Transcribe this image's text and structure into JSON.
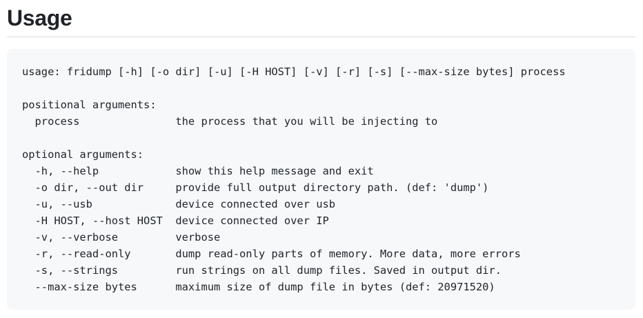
{
  "header": {
    "title": "Usage"
  },
  "code_block": {
    "language": "plaintext",
    "lines": [
      "usage: fridump [-h] [-o dir] [-u] [-H HOST] [-v] [-r] [-s] [--max-size bytes] process",
      "",
      "positional arguments:",
      "  process               the process that you will be injecting to",
      "",
      "optional arguments:",
      "  -h, --help            show this help message and exit",
      "  -o dir, --out dir     provide full output directory path. (def: 'dump')",
      "  -u, --usb             device connected over usb",
      "  -H HOST, --host HOST  device connected over IP",
      "  -v, --verbose         verbose",
      "  -r, --read-only       dump read-only parts of memory. More data, more errors",
      "  -s, --strings         run strings on all dump files. Saved in output dir.",
      "  --max-size bytes      maximum size of dump file in bytes (def: 20971520)"
    ]
  },
  "colors": {
    "heading_text": "#1f2328",
    "heading_rule": "#d8dee4",
    "code_background": "#f6f8fa",
    "code_text": "#1f2328",
    "page_background": "#ffffff"
  }
}
